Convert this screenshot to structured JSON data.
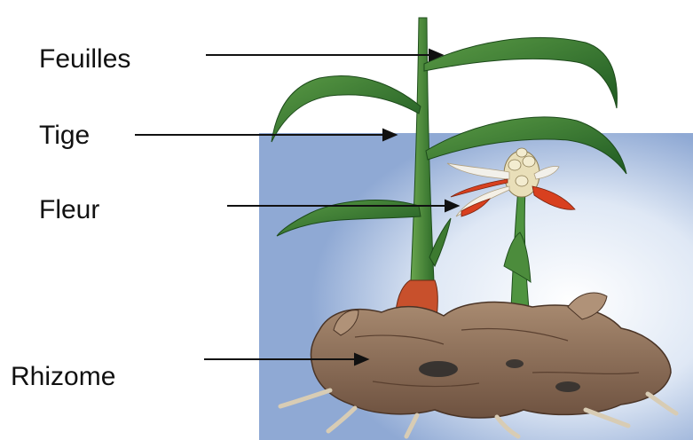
{
  "labels": {
    "leaves": "Feuilles",
    "stem": "Tige",
    "flower": "Fleur",
    "rhizome": "Rhizome"
  },
  "icons": [
    "arrow-icon",
    "ginger-plant-illustration"
  ],
  "colors": {
    "leaf_green": "#2f7a2a",
    "stem_green": "#3d8a32",
    "petal_red": "#d8401f",
    "rhizome_brown": "#8a6a52",
    "backdrop_blue": "#9fb7dc"
  }
}
